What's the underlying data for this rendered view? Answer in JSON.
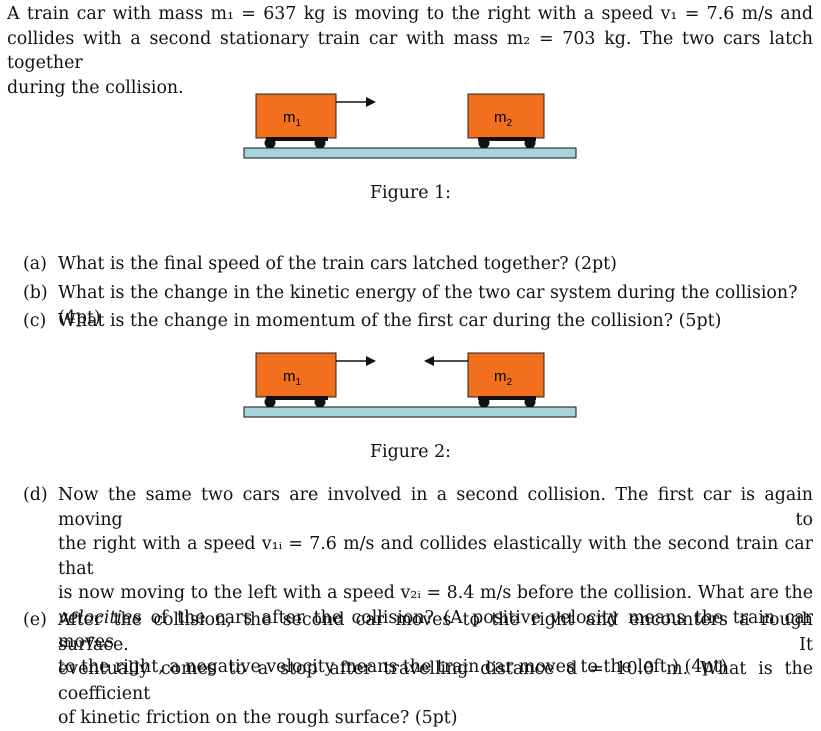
{
  "intro": {
    "line1": "A train car with mass m₁ = 637 kg is moving to the right with a speed v₁ = 7.6 m/s and",
    "line2": "collides with a second stationary train car with mass m₂ = 703 kg. The two cars latch together",
    "line3": "during the collision."
  },
  "figure1": {
    "car_left_label": "m",
    "car_left_sub": "1",
    "car_right_label": "m",
    "car_right_sub": "2",
    "caption": "Figure 1:"
  },
  "questions_abc": [
    {
      "tag": "(a)",
      "text": "What is the final speed of the train cars latched together? (2pt)"
    },
    {
      "tag": "(b)",
      "text": "What is the change in the kinetic energy of the two car system during the collision? (4pt)"
    },
    {
      "tag": "(c)",
      "text": "What is the change in momentum of the first car during the collision? (5pt)"
    }
  ],
  "figure2": {
    "car_left_label": "m",
    "car_left_sub": "1",
    "car_right_label": "m",
    "car_right_sub": "2",
    "caption": "Figure 2:"
  },
  "question_d": {
    "tag": "(d)",
    "line1": "Now the same two cars are involved in a second collision. The first car is again moving to",
    "line2": "the right with a speed v₁ᵢ = 7.6 m/s and collides elastically with the second train car that",
    "line3": "is now moving to the left with a speed v₂ᵢ = 8.4 m/s before the collision. What are the",
    "line4_italic": "velocities",
    "line4_rest": " of the cars after the collision? (A positive velocity means the train car moves",
    "line5": "to the right, a negative velocity means the train car moves to the left.) (4pt)"
  },
  "question_e": {
    "tag": "(e)",
    "line1": "After the collision, the second car moves to the right and encounters a rough surface. It",
    "line2": "eventually comes to a stop after travelling distance d = 10.0 m. What is the coefficient",
    "line3": "of kinetic friction on the rough surface? (5pt)"
  },
  "colors": {
    "car_fill": "#f26f1e",
    "track_fill": "#a7d3dc",
    "wheel": "#111111"
  }
}
